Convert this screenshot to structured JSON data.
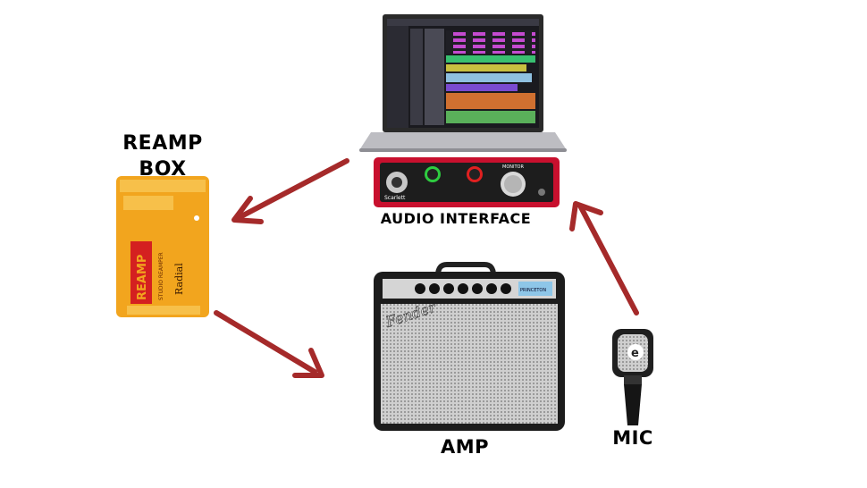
{
  "labels": {
    "reamp_box_line1": "REAMP",
    "reamp_box_line2": "BOX",
    "audio_interface": "AUDIO INTERFACE",
    "amp": "AMP",
    "mic": "MIC"
  },
  "device_text": {
    "reamp_logo": "REAMP",
    "reamp_sub": "STUDIO REAMPER",
    "radial_logo": "Radial",
    "interface_brand": "Scarlett",
    "interface_monitor": "MONITOR",
    "amp_logo": "Fender",
    "amp_badge": "PRINCETON"
  },
  "colors": {
    "arrow": "#a52a2a",
    "reamp_body": "#f2a51e",
    "interface_red": "#c8102e",
    "amp_tolex": "#1c1c1c"
  }
}
